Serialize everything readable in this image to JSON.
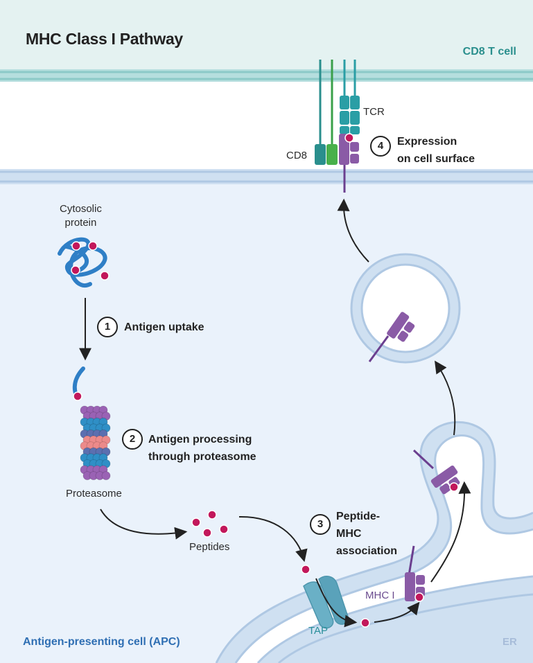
{
  "title": "MHC Class I Pathway",
  "regions": {
    "t_cell": "CD8 T cell",
    "apc": "Antigen-presenting cell (APC)",
    "er": "ER"
  },
  "labels": {
    "cytosolic_protein": "Cytosolic\nprotein",
    "proteasome": "Proteasome",
    "peptides": "Peptides",
    "tap": "TAP",
    "mhc_i": "MHC I",
    "cd8": "CD8",
    "tcr": "TCR"
  },
  "steps": [
    {
      "number": "1",
      "text": "Antigen uptake"
    },
    {
      "number": "2",
      "text": "Antigen processing\nthrough proteasome"
    },
    {
      "number": "3",
      "text": "Peptide-\nMHC\nassociation"
    },
    {
      "number": "4",
      "text": "Expression\non cell surface"
    }
  ],
  "colors": {
    "tcell_bg": "#e4f2f1",
    "tcell_membrane": "#9fd2d2",
    "apc_bg": "#eaf2fb",
    "apc_membrane": "#b9d1e8",
    "peptide": "#c2185b",
    "mhc": "#8a5ba6",
    "tcr": "#2a9ea5",
    "cd8": "#2a8f8d",
    "tap": "#6ab0c6",
    "protein": "#2f7fc6"
  }
}
